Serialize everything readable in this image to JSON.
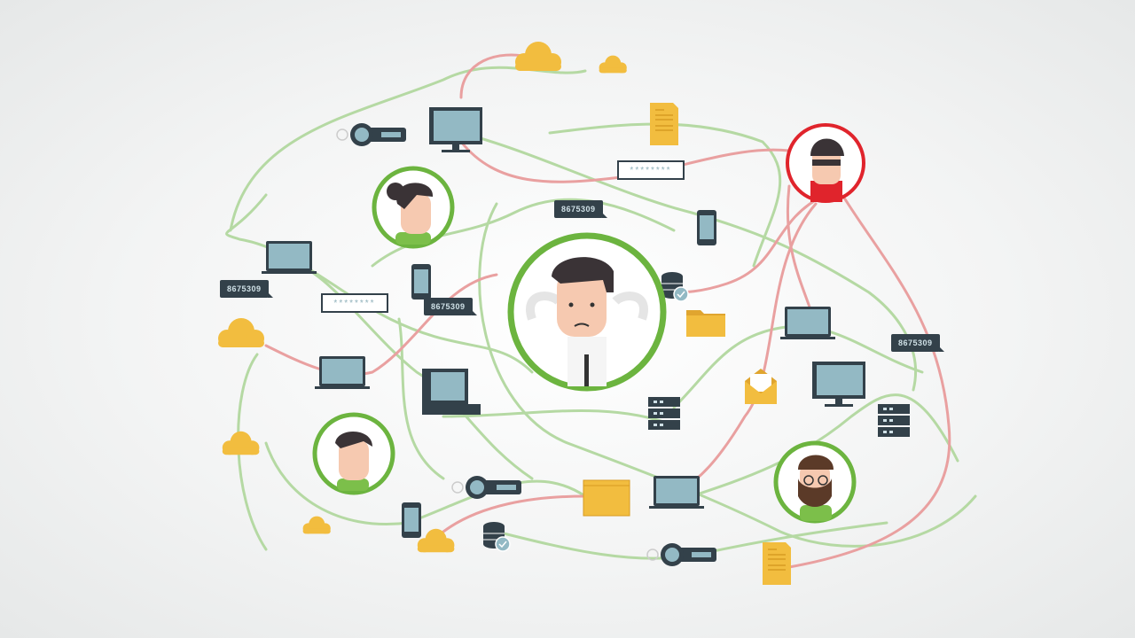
{
  "colors": {
    "safe_link": "#b5d9a3",
    "threat_link": "#e9a0a0",
    "avatar_ring": "#6cb43f",
    "threat_ring": "#e0242c",
    "device": "#33414a",
    "screen": "#93b9c4",
    "file": "#f2bd3f"
  },
  "bubbles": [
    "8675309",
    "8675309",
    "8675309",
    "8675309"
  ],
  "password_fields": [
    "********",
    "********"
  ],
  "icons": [
    "cloud-icon",
    "monitor-icon",
    "laptop-icon",
    "phone-icon",
    "key-fob-icon",
    "document-icon",
    "database-icon",
    "server-icon",
    "folder-icon",
    "envelope-icon",
    "browser-window-icon",
    "avatar"
  ]
}
